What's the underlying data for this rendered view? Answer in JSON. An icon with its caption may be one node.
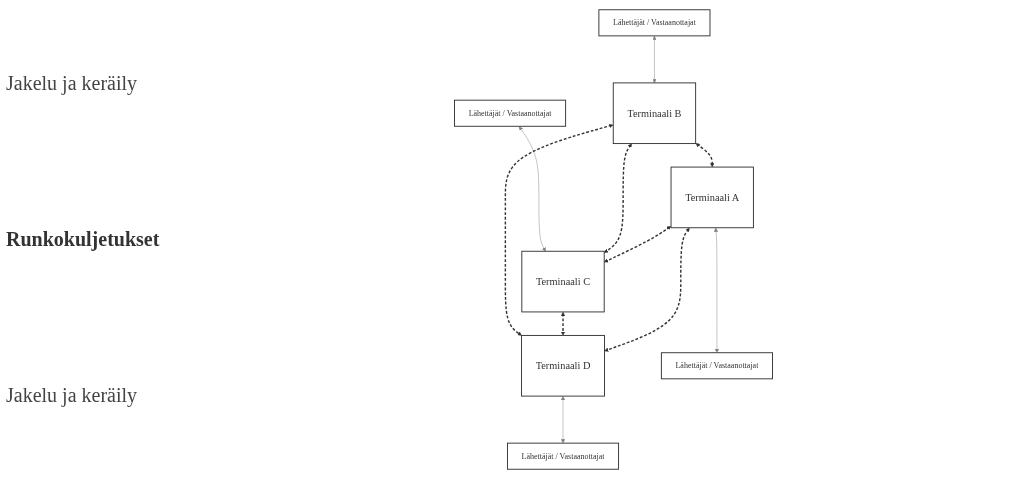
{
  "diagram": {
    "nodes": [
      {
        "text": [
          "Lähettäjät / Vastaanottajat"
        ]
      },
      {
        "text": [
          "Lähettäjät / Vastaanottajat"
        ]
      },
      {
        "text": [
          "Terminaali B"
        ]
      },
      {
        "text": [
          "Terminaali C"
        ]
      },
      {
        "text": [
          "Terminaali A"
        ]
      },
      {
        "text": [
          "Terminaali D"
        ]
      },
      {
        "text": [
          "Lähettäjät / Vastaanottajat"
        ]
      },
      {
        "text": [
          "Lähettäjät / Vastaanottajat"
        ]
      }
    ],
    "edges": [
      {
        "from": 0,
        "to": 2,
        "arrow": "both",
        "color": "#808080"
      },
      {
        "from": 1,
        "to": 3,
        "arrow": "both",
        "color": "#808080"
      },
      {
        "from": 2,
        "to": 3,
        "arrow": "both",
        "style": "dashed"
      },
      {
        "from": 2,
        "to": 5,
        "arrow": "both",
        "style": "dashed"
      },
      {
        "from": 2,
        "to": 4,
        "arrow": "both",
        "style": "dashed"
      },
      {
        "from": 4,
        "to": 3,
        "arrow": "both",
        "style": "dashed"
      },
      {
        "from": 3,
        "to": 5,
        "arrow": "both",
        "style": "dashed"
      },
      {
        "from": 4,
        "to": 5,
        "arrow": "both",
        "style": "dashed"
      },
      {
        "from": 4,
        "to": 6,
        "arrow": "both",
        "color": "#808080"
      },
      {
        "from": 5,
        "to": 7,
        "arrow": "both",
        "color": "#808080"
      }
    ],
    "labels": [
      "Jakelu ja keräily",
      "Runkokuljetukset",
      "Jakelu ja keräily"
    ]
  }
}
